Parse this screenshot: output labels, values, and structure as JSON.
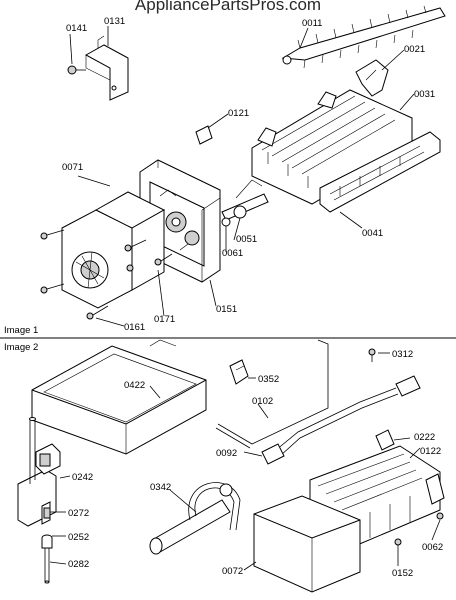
{
  "watermark": "AppliancePartsPros.com",
  "sections": {
    "image1": "Image 1",
    "image2": "Image 2"
  },
  "labels": {
    "p0141": "0141",
    "p0131": "0131",
    "p0011": "0011",
    "p0021": "0021",
    "p0031": "0031",
    "p0121": "0121",
    "p0071": "0071",
    "p0051": "0051",
    "p0061": "0061",
    "p0041": "0041",
    "p0151": "0151",
    "p0171": "0171",
    "p0161": "0161",
    "p0312": "0312",
    "p0352": "0352",
    "p0422": "0422",
    "p0102": "0102",
    "p0092": "0092",
    "p0222": "0222",
    "p0122": "0122",
    "p0242": "0242",
    "p0342": "0342",
    "p0272": "0272",
    "p0252": "0252",
    "p0282": "0282",
    "p0072": "0072",
    "p0152": "0152",
    "p0062": "0062"
  }
}
